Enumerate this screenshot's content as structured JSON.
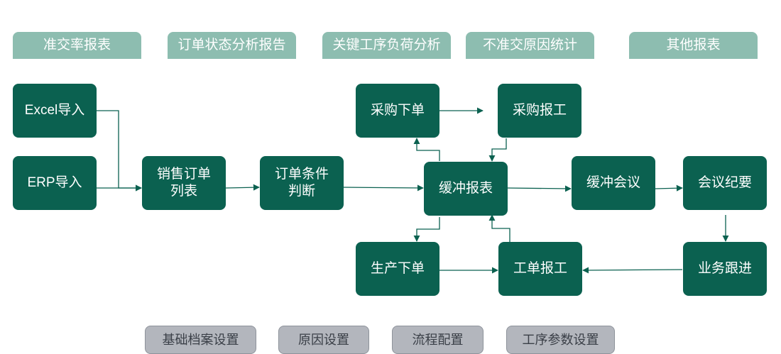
{
  "tabs": {
    "ontime": "准交率报表",
    "order_status": "订单状态分析报告",
    "key_process": "关键工序负荷分析",
    "not_ontime": "不准交原因统计",
    "other": "其他报表"
  },
  "nodes": {
    "excel_import": "Excel导入",
    "erp_import": "ERP导入",
    "sales_order_line1": "销售订单",
    "sales_order_line2": "列表",
    "order_cond_line1": "订单条件",
    "order_cond_line2": "判断",
    "purchase_order": "采购下单",
    "purchase_report": "采购报工",
    "buffer_report": "缓冲报表",
    "buffer_meeting": "缓冲会议",
    "meeting_minutes": "会议纪要",
    "production_order": "生产下单",
    "work_order_report": "工单报工",
    "business_followup": "业务跟进"
  },
  "bottom_buttons": {
    "basic_archive": "基础档案设置",
    "reason": "原因设置",
    "process_config": "流程配置",
    "procedure_params": "工序参数设置"
  },
  "colors": {
    "node": "#0b6150",
    "tab": "#8dbdb0",
    "arrow": "#0b6150",
    "bottom_button": "#b3b6bd"
  }
}
